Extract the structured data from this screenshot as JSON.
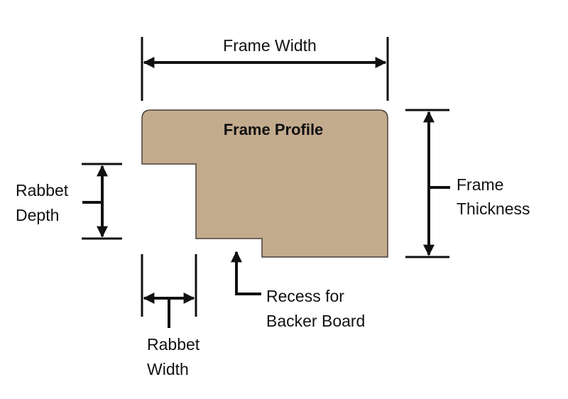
{
  "title": "Frame Profile",
  "labels": {
    "frame_width": "Frame Width",
    "frame_thickness": [
      "Frame",
      "Thickness"
    ],
    "rabbet_depth": [
      "Rabbet",
      "Depth"
    ],
    "rabbet_width": [
      "Rabbet",
      "Width"
    ],
    "recess": [
      "Recess for",
      "Backer Board"
    ]
  },
  "colors": {
    "profile_fill": "#c3ab8e",
    "profile_stroke": "#4a4038",
    "line": "#111111",
    "background": "#ffffff"
  }
}
